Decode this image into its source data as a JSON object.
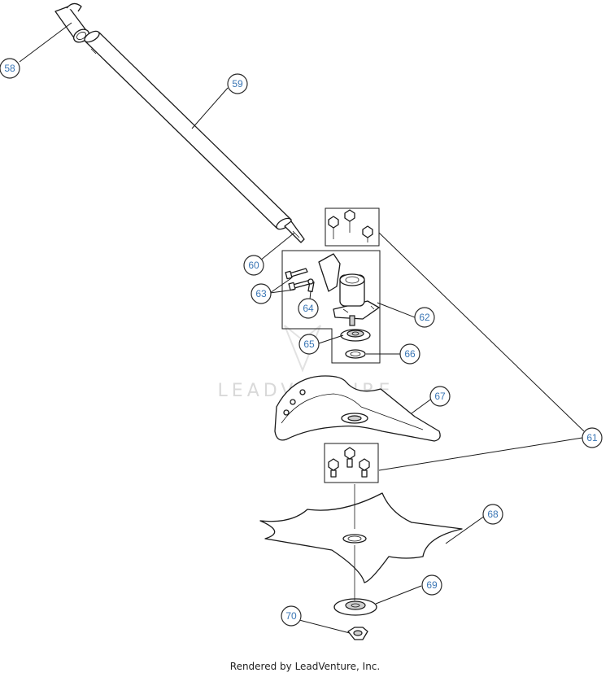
{
  "watermark_text": "LEADVENTURE",
  "credit_text": "Rendered by LeadVenture, Inc.",
  "colors": {
    "callout_text": "#3a76b5",
    "line": "#1a1a1a",
    "watermark": "#d9d9d9"
  },
  "callouts": {
    "c58": "58",
    "c59": "59",
    "c60": "60",
    "c61": "61",
    "c62": "62",
    "c63": "63",
    "c64": "64",
    "c65": "65",
    "c66": "66",
    "c67": "67",
    "c68": "68",
    "c69": "69",
    "c70": "70"
  }
}
